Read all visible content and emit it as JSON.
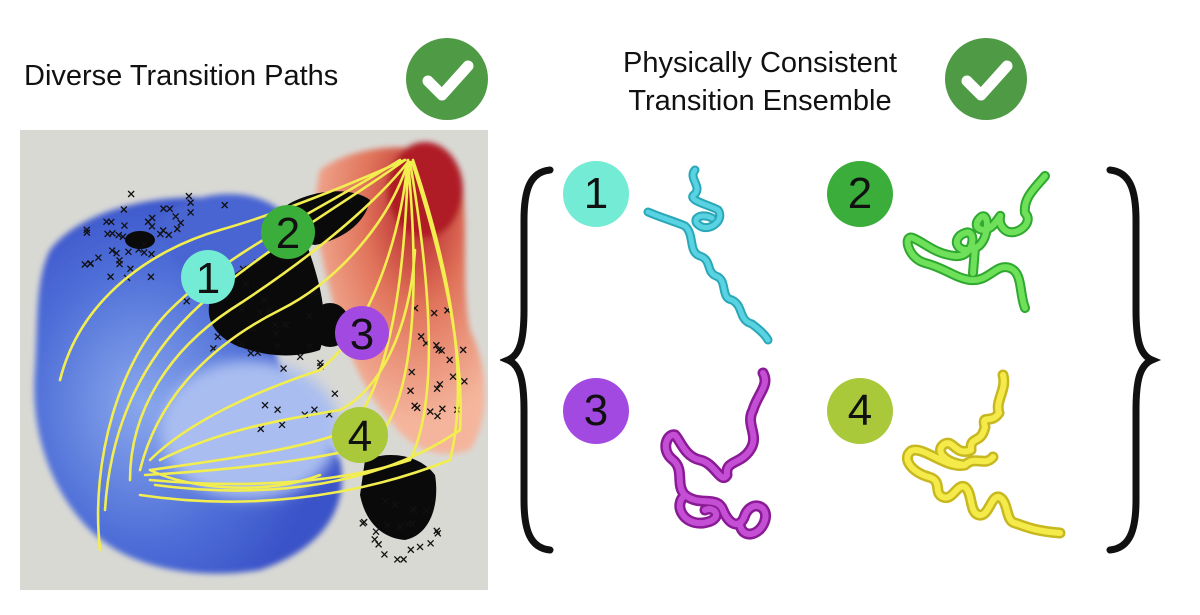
{
  "left_title": "Diverse Transition Paths",
  "right_title": {
    "line1": "Physically Consistent",
    "line2": "Transition Ensemble"
  },
  "check_icon_color": "#4f9a45",
  "panel": {
    "background": "#d9d9d4",
    "path_color": "#f2ee4f",
    "markers": [
      {
        "label": "1",
        "color": "#74ebd5"
      },
      {
        "label": "2",
        "color": "#3aad3a"
      },
      {
        "label": "3",
        "color": "#a249e2"
      },
      {
        "label": "4",
        "color": "#a9c83a"
      }
    ]
  },
  "ensemble": [
    {
      "label": "1",
      "color": "#74ebd5",
      "structure_color": "#45c4d4"
    },
    {
      "label": "2",
      "color": "#3aad3a",
      "structure_color": "#5ad84a"
    },
    {
      "label": "3",
      "color": "#a249e2",
      "structure_color": "#b23cc2"
    },
    {
      "label": "4",
      "color": "#a9c83a",
      "structure_color": "#f0e442"
    }
  ]
}
